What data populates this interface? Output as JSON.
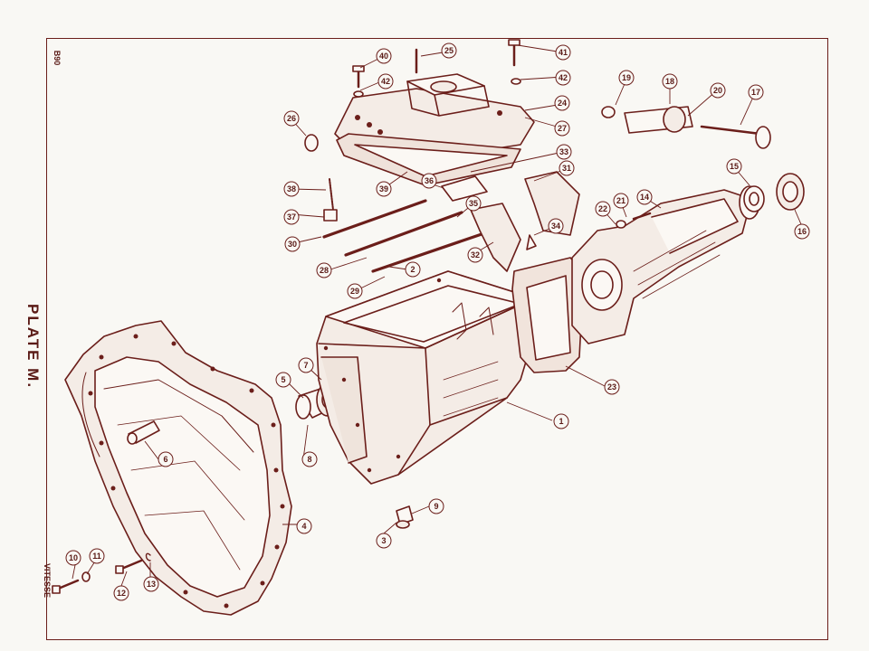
{
  "page": {
    "title": "PLATE M.",
    "code": "B90",
    "model": "VITESSE",
    "ink_color": "#6b1e1a",
    "paper_color": "#f9f8f4"
  },
  "callouts": [
    "1",
    "2",
    "3",
    "4",
    "5",
    "6",
    "7",
    "8",
    "9",
    "10",
    "11",
    "12",
    "13",
    "14",
    "15",
    "16",
    "17",
    "18",
    "19",
    "20",
    "21",
    "22",
    "23",
    "24",
    "25",
    "26",
    "27",
    "28",
    "29",
    "30",
    "31",
    "32",
    "33",
    "34",
    "35",
    "36",
    "37",
    "38",
    "39",
    "40",
    "41",
    "42",
    "42"
  ]
}
